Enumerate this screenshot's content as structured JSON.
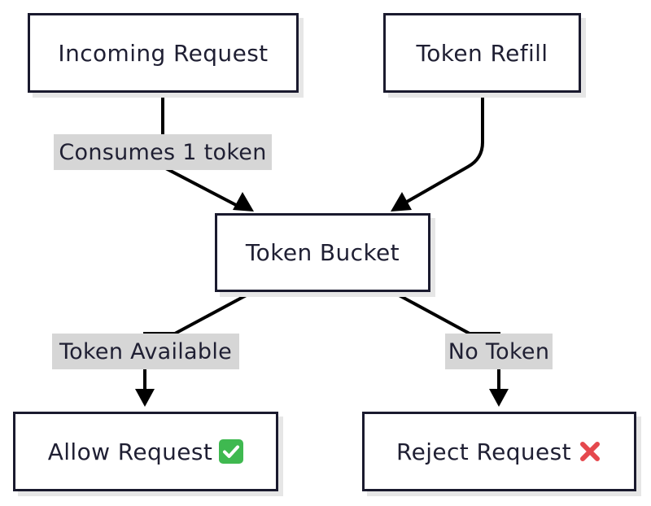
{
  "nodes": {
    "incoming_request": "Incoming Request",
    "token_refill": "Token Refill",
    "token_bucket": "Token Bucket",
    "allow_request": "Allow Request",
    "reject_request": "Reject Request"
  },
  "edges": {
    "incoming_to_bucket": "Consumes 1 token",
    "bucket_to_allow": "Token Available",
    "bucket_to_reject": "No Token"
  },
  "icons": {
    "allow": "check-mark-icon",
    "reject": "cross-mark-icon"
  },
  "colors": {
    "stroke": "#1a1a2e",
    "label_bg": "#d6d6d6",
    "check": "#3fb950",
    "cross": "#e5484d"
  }
}
